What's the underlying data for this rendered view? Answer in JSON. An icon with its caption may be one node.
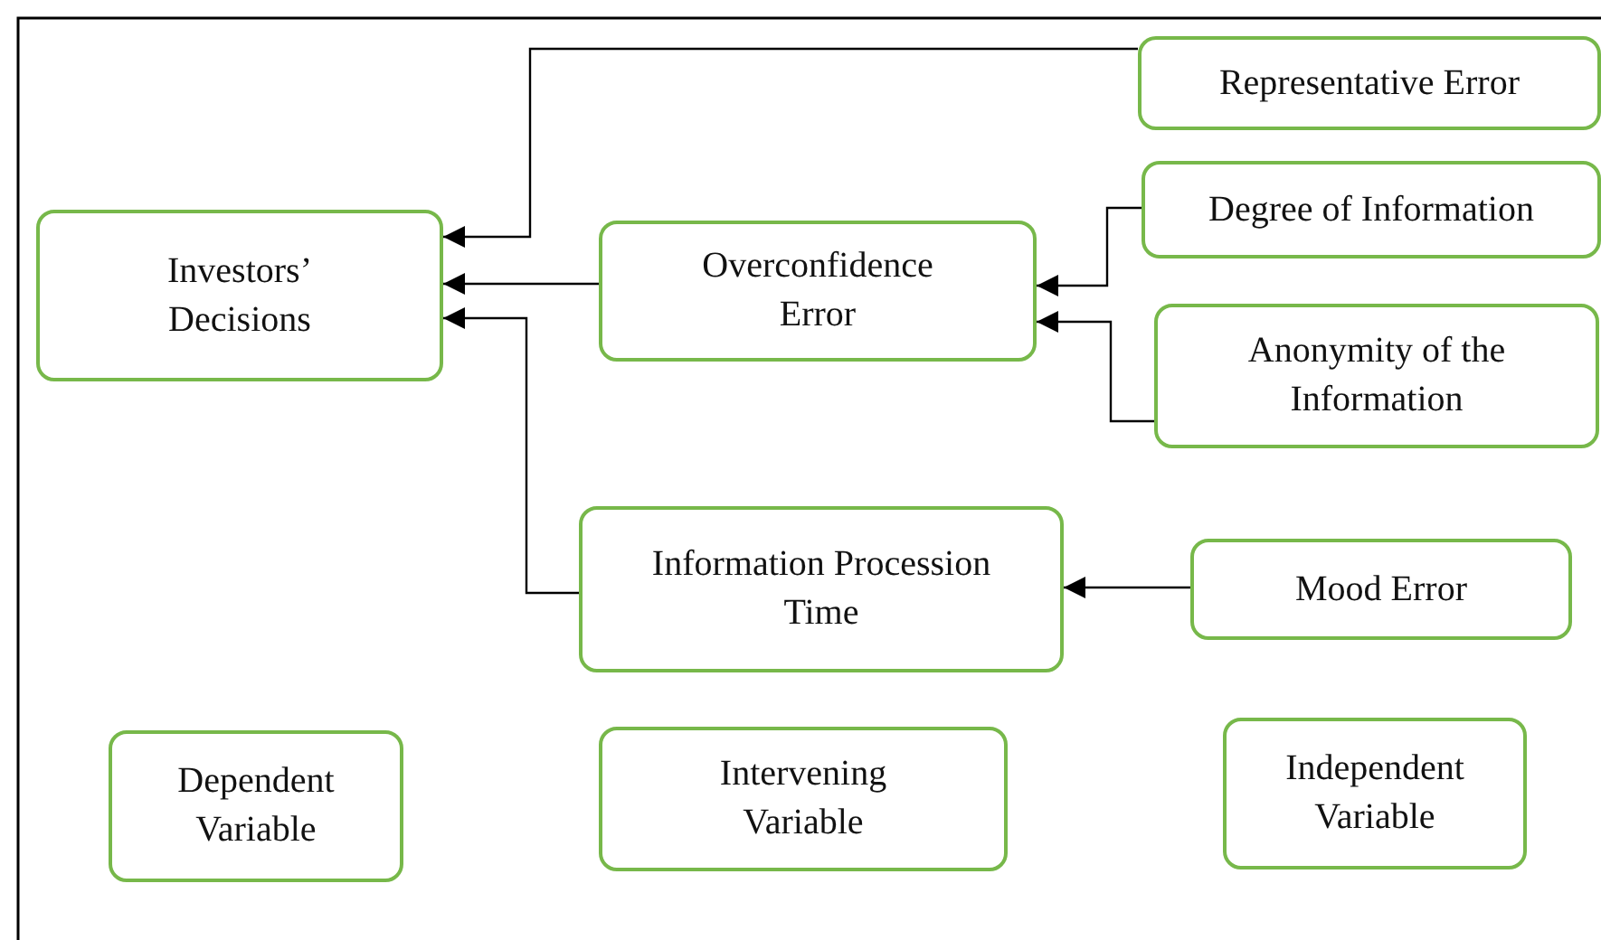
{
  "diagram": {
    "nodes": [
      {
        "text": [
          "Investors’ Decisions"
        ]
      },
      {
        "text": [
          "Overconfidence Error"
        ]
      },
      {
        "text": [
          "Representative Error"
        ]
      },
      {
        "text": [
          "Degree of Information"
        ]
      },
      {
        "text": [
          "Anonymity of the Information"
        ]
      },
      {
        "text": [
          "Information Procession Time"
        ]
      },
      {
        "text": [
          "Mood Error"
        ]
      },
      {
        "text": [
          "Dependent Variable"
        ]
      },
      {
        "text": [
          "Intervening Variable"
        ]
      },
      {
        "text": [
          "Independent Variable"
        ]
      }
    ],
    "edges": [
      {
        "from": 2,
        "to": 0,
        "arrow": "to"
      },
      {
        "from": 1,
        "to": 0,
        "arrow": "to"
      },
      {
        "from": 5,
        "to": 0,
        "arrow": "to"
      },
      {
        "from": 3,
        "to": 1,
        "arrow": "to"
      },
      {
        "from": 4,
        "to": 1,
        "arrow": "to"
      },
      {
        "from": 6,
        "to": 5,
        "arrow": "to"
      }
    ]
  }
}
